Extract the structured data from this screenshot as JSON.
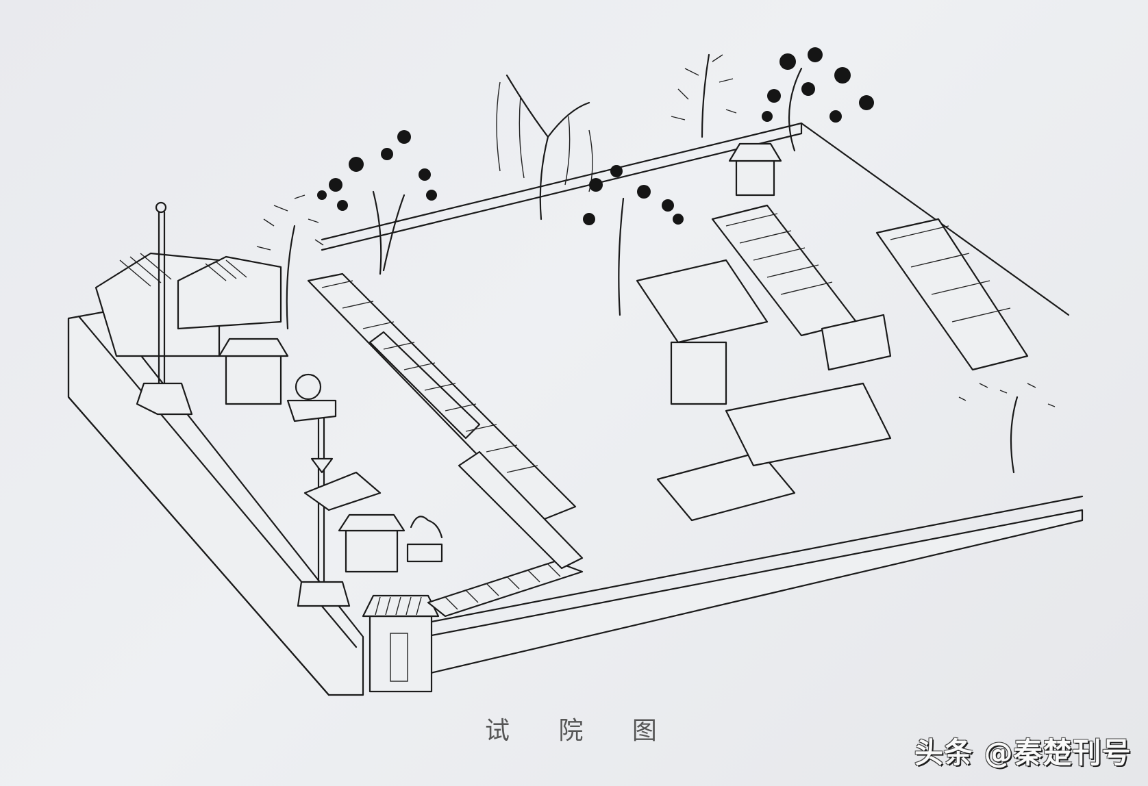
{
  "image": {
    "type": "line-drawing",
    "subject": "isometric view of a traditional Chinese examination compound (试院) with walls, halls, courtyards, flagpole, pavilions and trees",
    "caption": "试 院 图",
    "watermark": "头条 @秦楚刊号",
    "colors": {
      "paper": "#eceef1",
      "ink": "#1a1a1a",
      "caption": "#555555",
      "watermark_fill": "#fafafa"
    },
    "elements": [
      "outer-compound-wall",
      "front-gate",
      "flagpole",
      "lantern-pole",
      "incense-pavilion-left",
      "incense-pavilion-front",
      "stone-lion",
      "central-hall",
      "side-galleries",
      "rear-pavilion",
      "trees"
    ]
  }
}
